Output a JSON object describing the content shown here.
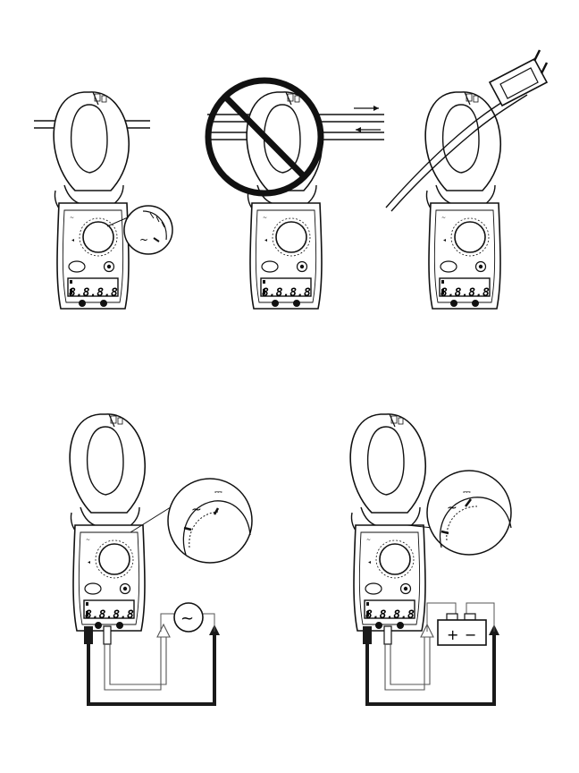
{
  "colors": {
    "ink": "#111111",
    "body_fill": "#ffffff",
    "lead_black": "#1a1a1a",
    "lead_red_outline": "#555555"
  },
  "meter": {
    "display": "8.8.8.8",
    "ac_symbol": "~",
    "dc_symbol": "⎓"
  },
  "panels": [
    {
      "id": "ac-clamp-correct",
      "status": "correct"
    },
    {
      "id": "clamp-both-conductors",
      "status": "prohibited"
    },
    {
      "id": "clamp-cord-correct",
      "status": "correct"
    },
    {
      "id": "ac-voltage-test-leads",
      "source_symbol": "~"
    },
    {
      "id": "dc-voltage-battery",
      "polarity_plus": "+",
      "polarity_minus": "−"
    }
  ]
}
